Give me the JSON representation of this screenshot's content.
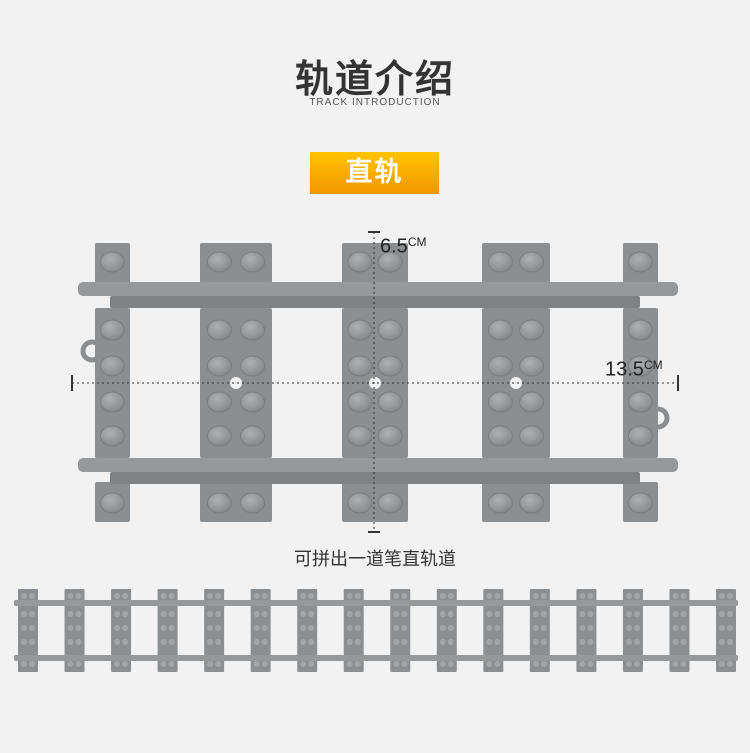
{
  "header": {
    "title": "轨道介绍",
    "subtitle": "TRACK INTRODUCTION"
  },
  "badge": {
    "label": "直轨"
  },
  "dimensions": {
    "width_value": "6.5",
    "length_value": "13.5",
    "unit": "CM"
  },
  "caption": "可拼出一道笔直轨道",
  "colors": {
    "track": "#8c8f91",
    "stud": "#9a9d9f",
    "badge_top": "#ffc400",
    "badge_bottom": "#f29700"
  }
}
